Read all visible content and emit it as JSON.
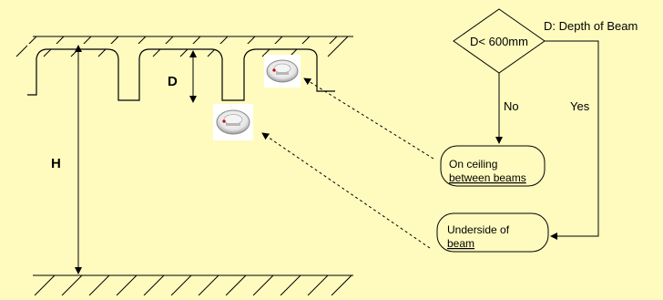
{
  "labels": {
    "d_marker": "D",
    "h_marker": "H",
    "decision": "D< 600mm",
    "legend": "D: Depth of Beam",
    "no": "No",
    "yes": "Yes",
    "ceiling_line1": "On ceiling",
    "ceiling_line2": "between beams",
    "underside_line1": "Underside of",
    "underside_line2": "beam"
  },
  "icons": {
    "detector": "smoke-detector-icon"
  },
  "colors": {
    "background": "#fffbbf",
    "ink": "#000000"
  }
}
